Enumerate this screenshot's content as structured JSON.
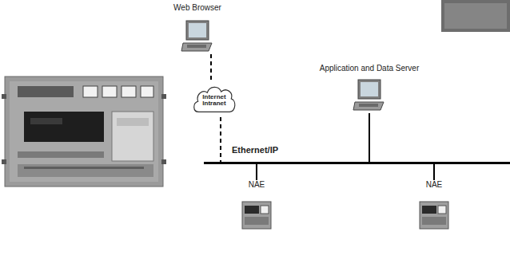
{
  "diagram": {
    "nodes": [
      {
        "text": [
          "Web Browser"
        ]
      },
      {
        "text": [
          "Internet Intranet"
        ]
      },
      {
        "text": [
          "Application and Data Server"
        ]
      },
      {
        "text": [
          "Ethernet/IP"
        ]
      },
      {
        "text": [
          "NAE"
        ]
      },
      {
        "text": [
          "NAE"
        ]
      }
    ],
    "edges": [
      {
        "from": 0,
        "to": 1,
        "arrow": "none"
      },
      {
        "from": 1,
        "to": 3,
        "arrow": "none"
      },
      {
        "from": 2,
        "to": 3,
        "arrow": "none"
      },
      {
        "from": 3,
        "to": 4,
        "arrow": "none"
      },
      {
        "from": 3,
        "to": 5,
        "arrow": "none"
      }
    ]
  }
}
